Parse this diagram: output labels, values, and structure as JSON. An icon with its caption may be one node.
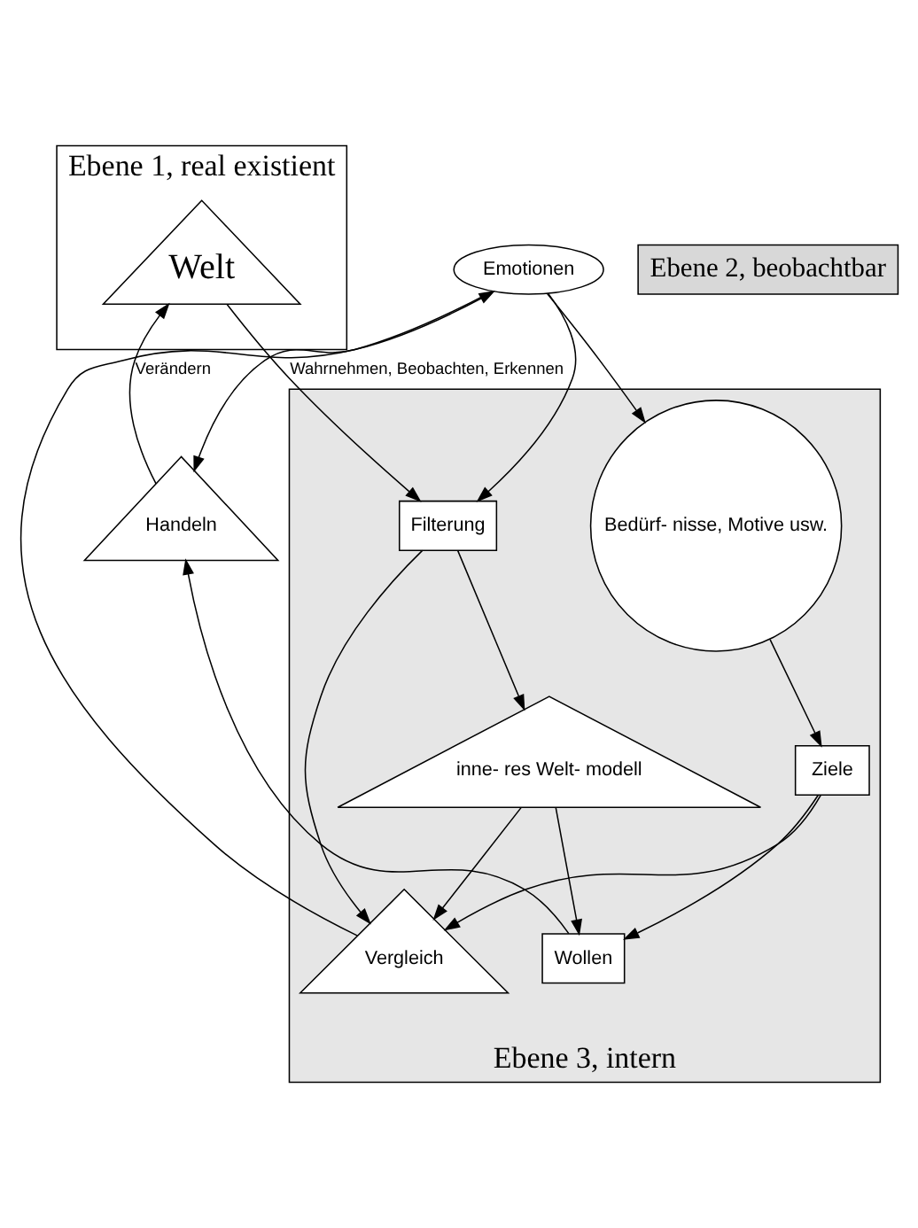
{
  "diagram": {
    "nodes": [
      {
        "text": [
          "Ebene 1, real existient"
        ]
      },
      {
        "text": [
          "Welt"
        ],
        "in": 0
      },
      {
        "text": [
          "Ebene 2, beobachtbar"
        ]
      },
      {
        "text": [
          "Handeln"
        ]
      },
      {
        "text": [
          "Ebene 3, intern"
        ]
      },
      {
        "text": [
          "Emotionen"
        ]
      },
      {
        "text": [
          "Filterung"
        ],
        "in": 4
      },
      {
        "text": [
          "Vergleich"
        ],
        "in": 4
      },
      {
        "text": [
          "Bedürf- nisse, Motive usw."
        ],
        "in": 4
      },
      {
        "text": [
          "Ziele"
        ],
        "in": 4
      },
      {
        "text": [
          "Wollen"
        ],
        "in": 4
      },
      {
        "text": [
          "inne- res Welt- modell"
        ],
        "in": 4
      }
    ],
    "edges": [
      {
        "from": 1,
        "to": 6,
        "arrow": "to",
        "label": "Wahrnehmen, Beobachten, Erkennen"
      },
      {
        "from": 3,
        "to": 1,
        "arrow": "to",
        "label": "Verändern"
      },
      {
        "from": 5,
        "to": 6,
        "arrow": "to"
      },
      {
        "from": 7,
        "to": 5,
        "arrow": "to"
      },
      {
        "from": 5,
        "to": 8,
        "arrow": "to"
      },
      {
        "from": 5,
        "to": 3,
        "arrow": "to"
      },
      {
        "from": 8,
        "to": 9,
        "arrow": "to"
      },
      {
        "from": 9,
        "to": 7,
        "arrow": "to"
      },
      {
        "from": 9,
        "to": 10,
        "arrow": "to"
      },
      {
        "from": 10,
        "to": 3,
        "arrow": "to"
      },
      {
        "from": 11,
        "to": 10,
        "arrow": "to"
      },
      {
        "from": 11,
        "to": 7,
        "arrow": "to"
      },
      {
        "from": 6,
        "to": 11,
        "arrow": "to"
      },
      {
        "from": 6,
        "to": 7,
        "arrow": "to"
      }
    ]
  }
}
